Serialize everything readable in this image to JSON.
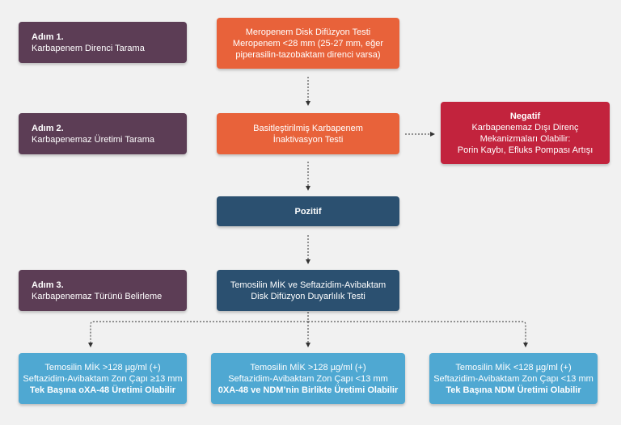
{
  "steps": [
    {
      "title": "Adım 1.",
      "text": "Karbapenem Direnci Tarama"
    },
    {
      "title": "Adım 2.",
      "text": "Karbapenemaz Üretimi Tarama"
    },
    {
      "title": "Adım 3.",
      "text": "Karbapenemaz Türünü Belirleme"
    }
  ],
  "flow": {
    "box1": {
      "line1": "Meropenem Disk Difüzyon Testi",
      "line2": "Meropenem <28 mm (25-27 mm, eğer",
      "line3": "piperasilin-tazobaktam direnci varsa)"
    },
    "box2": {
      "line1": "Basitleştirilmiş Karbapenem",
      "line2": "İnaktivasyon Testi"
    },
    "negative": {
      "title": "Negatif",
      "line1": "Karbapenemaz Dışı Direnç",
      "line2": "Mekanizmaları Olabilir:",
      "line3": "Porin Kaybı, Efluks Pompası Artışı"
    },
    "positive": {
      "title": "Pozitif"
    },
    "box3": {
      "line1": "Temosilin MİK ve Seftazidim-Avibaktam",
      "line2": "Disk Difüzyon Duyarlılık Testi"
    }
  },
  "results": [
    {
      "line1": "Temosilin MİK >128 µg/ml (+)",
      "line2": "Seftazidim-Avibaktam Zon Çapı ≥13 mm",
      "line3": "Tek Başına oXA-48 Üretimi Olabilir"
    },
    {
      "line1": "Temosilin MİK >128 µg/ml (+)",
      "line2": "Seftazidim-Avibaktam Zon Çapı <13 mm",
      "line3": "0XA-48 ve NDM’nin Birlikte Üretimi Olabilir"
    },
    {
      "line1": "Temosilin MİK <128 µg/ml (+)",
      "line2": "Seftazidim-Avibaktam Zon Çapı <13 mm",
      "line3": "Tek Başına NDM Üretimi Olabilir"
    }
  ],
  "colors": {
    "step": "#5c3d55",
    "orange": "#e8623a",
    "navy": "#2b5070",
    "red": "#c2233d",
    "blue": "#4fa8d2",
    "background": "#f1f1f1"
  }
}
